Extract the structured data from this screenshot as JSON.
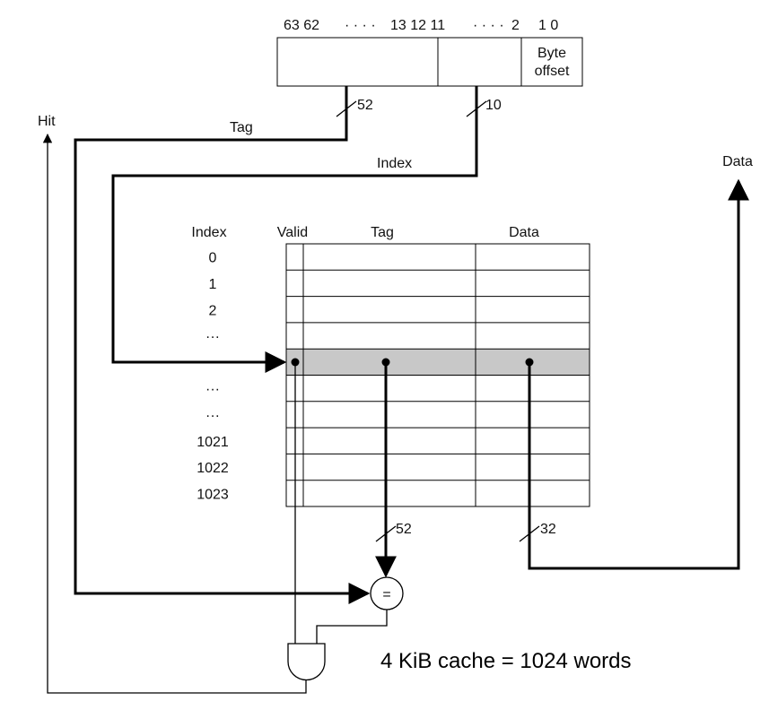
{
  "address": {
    "bits_left": "63 62",
    "dots_left": "· · · ·",
    "bits_mid": "13 12 11",
    "dots_right": "· · · ·",
    "bit_2": "2",
    "bits_right": "1 0",
    "byte_offset_line1": "Byte",
    "byte_offset_line2": "offset"
  },
  "bus_widths": {
    "tag_in": "52",
    "index_in": "10",
    "tag_out": "52",
    "data_out": "32"
  },
  "labels": {
    "hit": "Hit",
    "tag": "Tag",
    "index": "Index",
    "data": "Data"
  },
  "table": {
    "headers": {
      "index": "Index",
      "valid": "Valid",
      "tag": "Tag",
      "data": "Data"
    },
    "row_labels": [
      "0",
      "1",
      "2",
      "···",
      "",
      "···",
      "···",
      "1021",
      "1022",
      "1023"
    ],
    "highlighted_row": 4,
    "highlight_color": "#c8c8c8"
  },
  "comparator": {
    "symbol": "="
  },
  "caption": "4 KiB cache = 1024 words"
}
